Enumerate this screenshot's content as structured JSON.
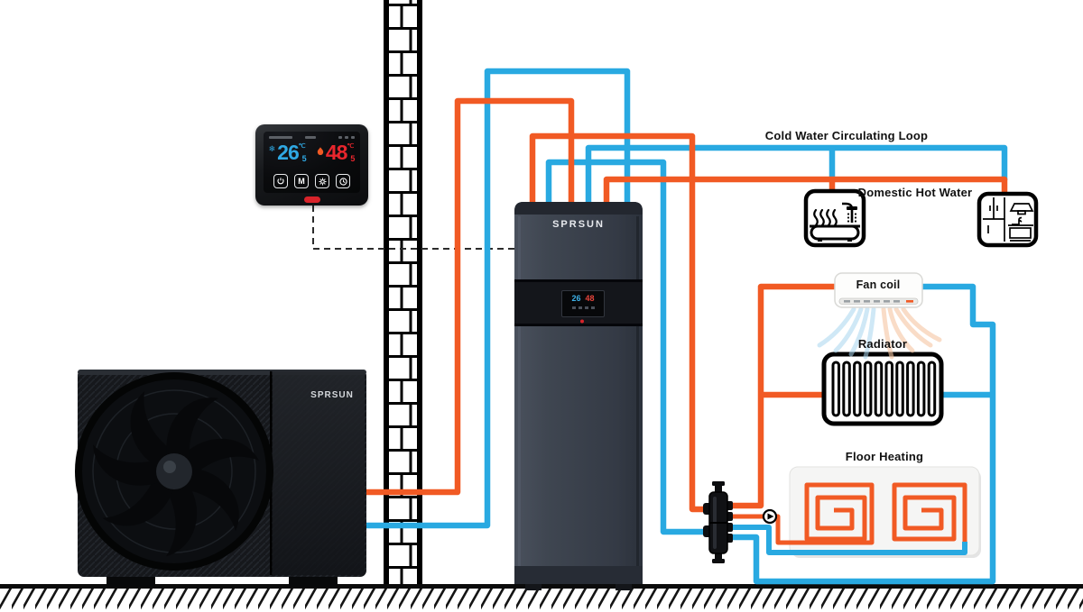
{
  "diagram": {
    "labels": {
      "cold_water_loop": "Cold Water Circulating Loop",
      "domestic_hot_water": "Domestic Hot Water",
      "fan_coil": "Fan coil",
      "radiator": "Radiator",
      "floor_heating": "Floor Heating"
    }
  },
  "controller": {
    "cool_temp": "26",
    "cool_unit": "℃",
    "cool_decimal": "5",
    "heat_temp": "48",
    "heat_unit": "℃",
    "heat_decimal": "5",
    "mode_label": "M"
  },
  "indoor_unit": {
    "brand": "SPRSUN",
    "display_cool": "26",
    "display_heat": "48"
  },
  "outdoor_unit": {
    "brand": "SPRSUN"
  },
  "colors": {
    "hot_pipe": "#F15A24",
    "cold_pipe": "#29A9E1"
  }
}
